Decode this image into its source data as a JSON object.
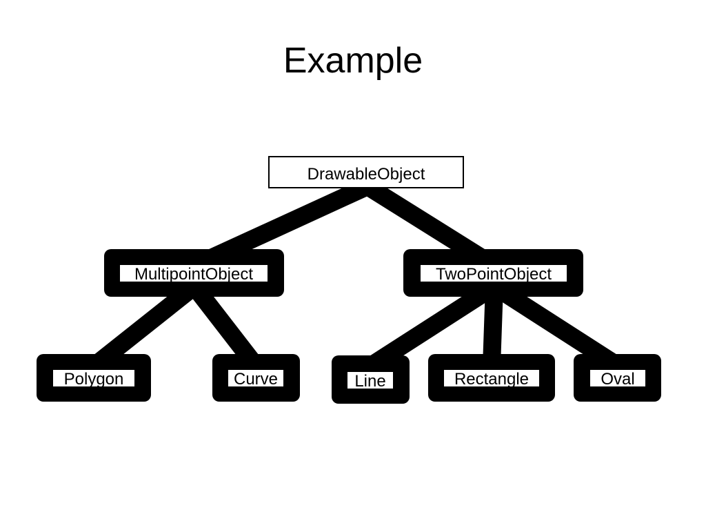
{
  "title": "Example",
  "diagram": {
    "root": {
      "label": "DrawableObject"
    },
    "children": [
      {
        "label": "MultipointObject",
        "children": [
          {
            "label": "Polygon"
          },
          {
            "label": "Curve"
          }
        ]
      },
      {
        "label": "TwoPointObject",
        "children": [
          {
            "label": "Line"
          },
          {
            "label": "Rectangle"
          },
          {
            "label": "Oval"
          }
        ]
      }
    ],
    "colors": {
      "edge": "#000000",
      "highlight_box": "#000000",
      "label_bg": "#ffffff"
    }
  }
}
